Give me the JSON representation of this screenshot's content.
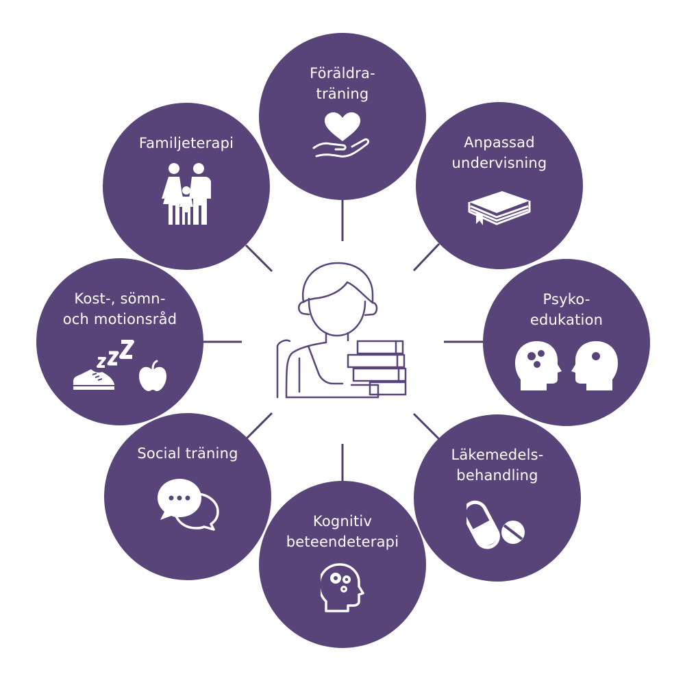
{
  "colors": {
    "circle_fill": "#584478",
    "line": "#4f3e6c",
    "center_stroke": "#584478",
    "text": "#ffffff"
  },
  "center": {
    "icon": "student-with-books-icon"
  },
  "nodes": [
    {
      "lines": [
        "Föräldra-",
        "träning"
      ],
      "icon": "heart-in-hand-icon"
    },
    {
      "lines": [
        "Anpassad",
        "undervisning"
      ],
      "icon": "book-icon"
    },
    {
      "lines": [
        "Psyko-",
        "edukation"
      ],
      "icon": "heads-icon"
    },
    {
      "lines": [
        "Läkemedels-",
        "behandling"
      ],
      "icon": "pills-icon"
    },
    {
      "lines": [
        "Kognitiv",
        "beteendeterapi"
      ],
      "icon": "head-gears-icon"
    },
    {
      "lines": [
        "Social träning"
      ],
      "icon": "speech-bubbles-icon"
    },
    {
      "lines": [
        "Kost-, sömn-",
        "och motionsråd"
      ],
      "icon": "sneaker-zzz-apple-icon"
    },
    {
      "lines": [
        "Familjeterapi"
      ],
      "icon": "family-icon"
    }
  ]
}
